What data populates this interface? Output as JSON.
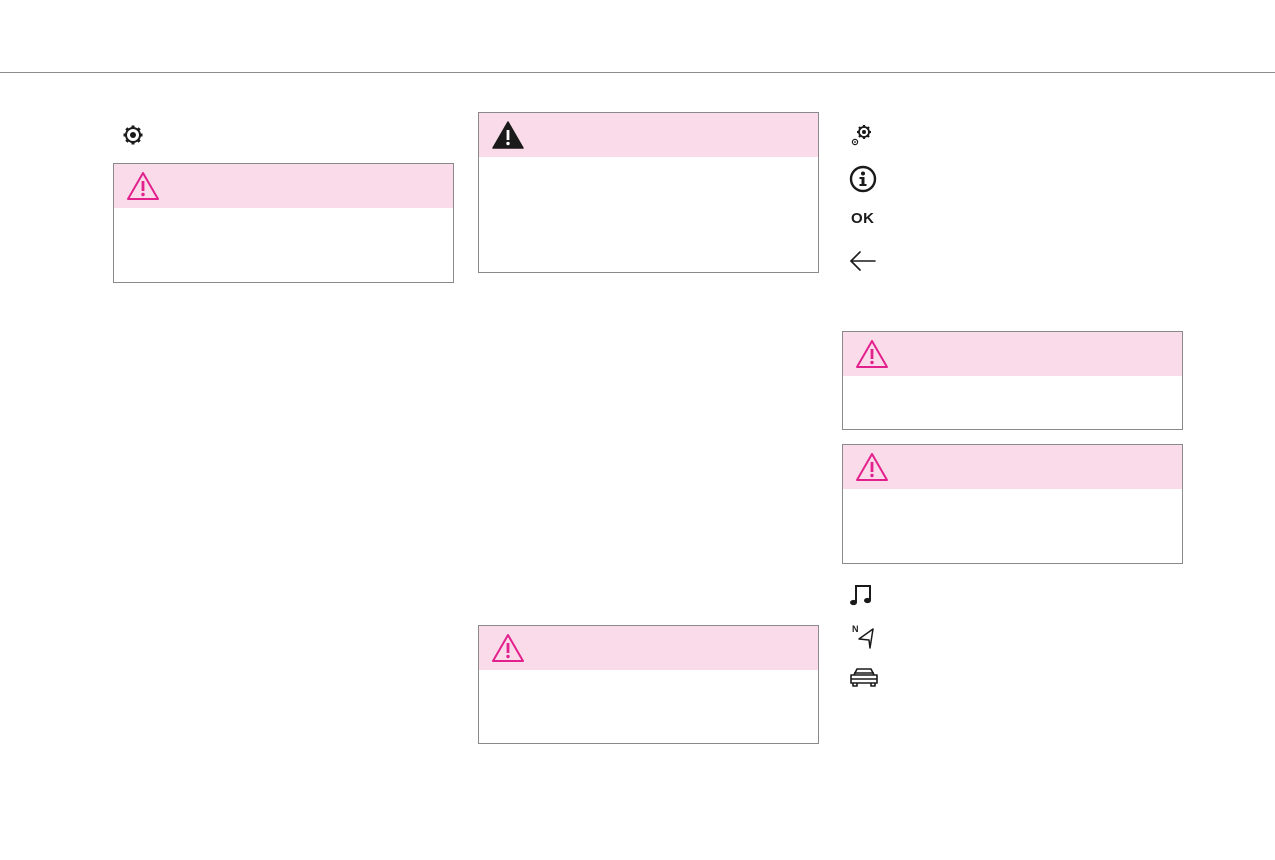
{
  "icons": {
    "col1_top": "settings-gear-icon",
    "col3_list": [
      "settings-gears-icon",
      "info-icon",
      "ok-label",
      "back-arrow-icon"
    ],
    "col3_bottom": [
      "music-note-icon",
      "navigation-north-icon",
      "car-icon"
    ]
  },
  "ok_label": "OK",
  "colors": {
    "warning_band": "#f9dbea",
    "warning_pink": "#e3218c",
    "warning_black": "#1a1a1a",
    "border": "#8a8a8a"
  },
  "warning_boxes": [
    {
      "id": "col1-box",
      "icon": "warning-triangle-outline-icon"
    },
    {
      "id": "col2-box-top",
      "icon": "warning-triangle-filled-icon"
    },
    {
      "id": "col2-box-bottom",
      "icon": "warning-triangle-outline-icon"
    },
    {
      "id": "col3-box-1",
      "icon": "warning-triangle-outline-icon"
    },
    {
      "id": "col3-box-2",
      "icon": "warning-triangle-outline-icon"
    }
  ]
}
